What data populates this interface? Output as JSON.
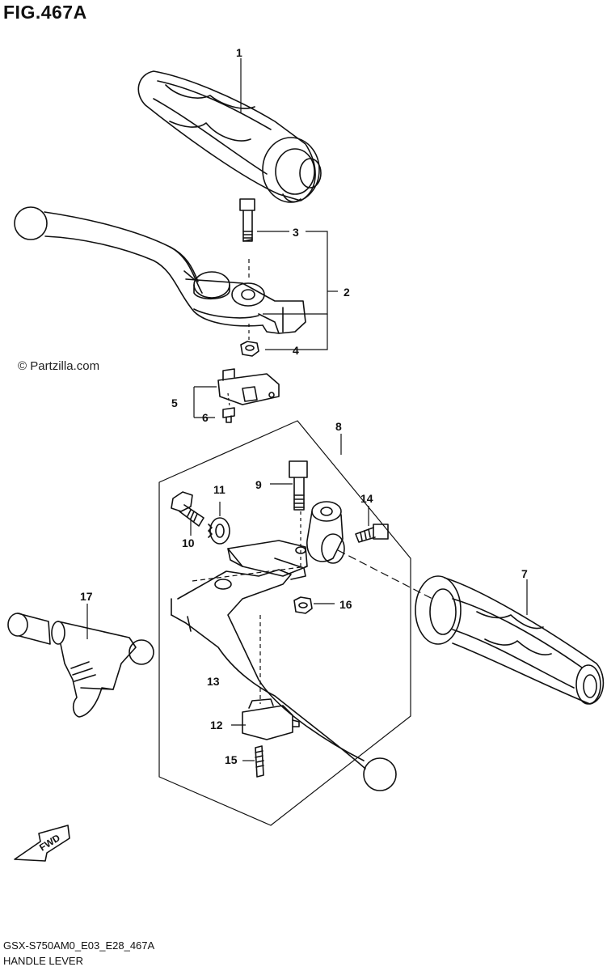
{
  "figure": {
    "title": "FIG.467A",
    "watermark": "© Partzilla.com",
    "model_code": "GSX-S750AM0_E03_E28_467A",
    "section_name": "HANDLE LEVER",
    "fwd_label": "FWD"
  },
  "callouts": [
    "1",
    "2",
    "3",
    "4",
    "5",
    "6",
    "7",
    "8",
    "9",
    "10",
    "11",
    "12",
    "13",
    "14",
    "15",
    "16",
    "17"
  ]
}
